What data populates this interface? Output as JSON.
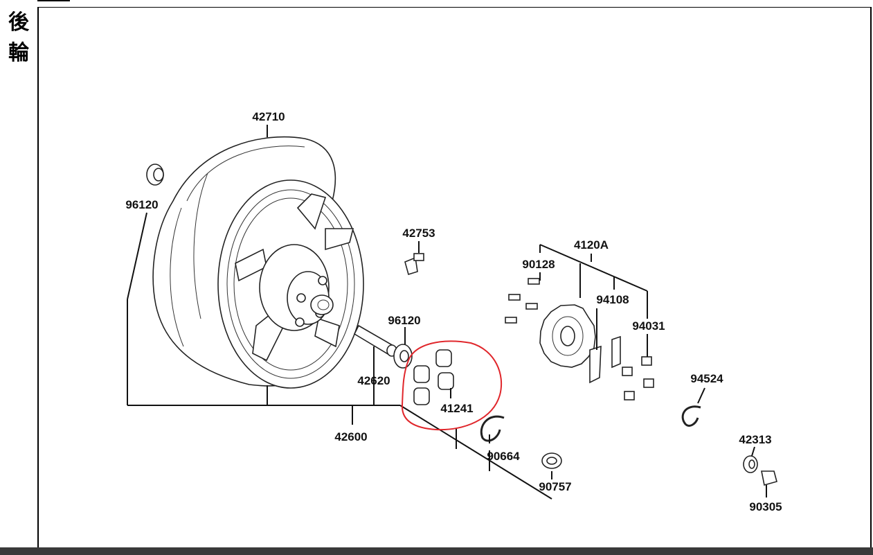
{
  "section_title": [
    "後",
    "輪"
  ],
  "parts": [
    {
      "id": "p42710",
      "number": "42710"
    },
    {
      "id": "p96120a",
      "number": "96120"
    },
    {
      "id": "p42753",
      "number": "42753"
    },
    {
      "id": "p4120A",
      "number": "4120A"
    },
    {
      "id": "p90128",
      "number": "90128"
    },
    {
      "id": "p94108",
      "number": "94108"
    },
    {
      "id": "p94031",
      "number": "94031"
    },
    {
      "id": "p96120b",
      "number": "96120"
    },
    {
      "id": "p42620",
      "number": "42620"
    },
    {
      "id": "p41241",
      "number": "41241"
    },
    {
      "id": "p94524",
      "number": "94524"
    },
    {
      "id": "p42600",
      "number": "42600"
    },
    {
      "id": "p90664",
      "number": "90664"
    },
    {
      "id": "p42313",
      "number": "42313"
    },
    {
      "id": "p90757",
      "number": "90757"
    },
    {
      "id": "p90305",
      "number": "90305"
    }
  ],
  "highlight": {
    "target": "41241",
    "color": "#e0262b"
  },
  "colors": {
    "line": "#111111",
    "frame": "#000000",
    "bar": "#3a3a3a"
  }
}
